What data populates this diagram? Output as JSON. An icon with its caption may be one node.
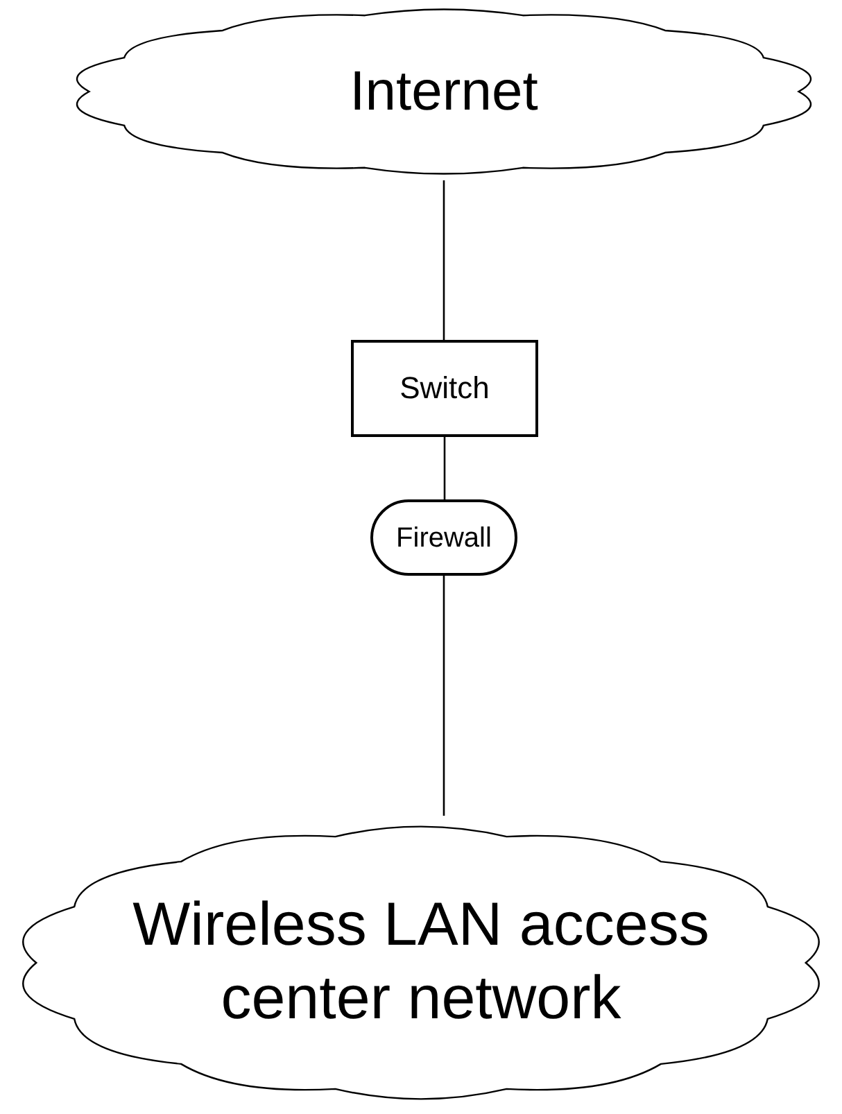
{
  "diagram": {
    "nodes": [
      {
        "text": [
          "Internet"
        ]
      },
      {
        "text": [
          "Switch"
        ]
      },
      {
        "text": [
          "Firewall"
        ]
      },
      {
        "text": [
          "Wireless LAN access center network"
        ]
      }
    ],
    "edges": [
      {
        "from": 0,
        "to": 1,
        "arrow": "none"
      },
      {
        "from": 1,
        "to": 2,
        "arrow": "none"
      },
      {
        "from": 2,
        "to": 3,
        "arrow": "none"
      }
    ]
  }
}
